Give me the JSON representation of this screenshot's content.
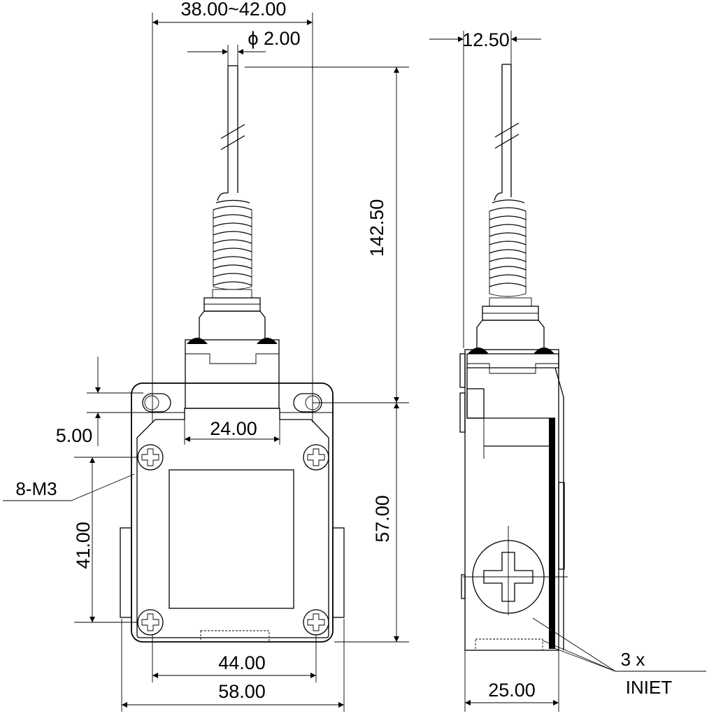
{
  "dimensions": {
    "lever_offset": "38.00~42.00",
    "rod_diameter": "ϕ 2.00",
    "lever_length": "142.50",
    "side_offset": "12.50",
    "slot_height": "5.00",
    "head_width": "24.00",
    "mount_hole_vertical": "41.00",
    "body_height": "57.00",
    "mount_hole_horizontal": "44.00",
    "body_width": "58.00",
    "body_depth": "25.00"
  },
  "labels": {
    "screw_callout": "8-M3",
    "inlet_count": "3 x",
    "inlet_label": "INIET"
  }
}
